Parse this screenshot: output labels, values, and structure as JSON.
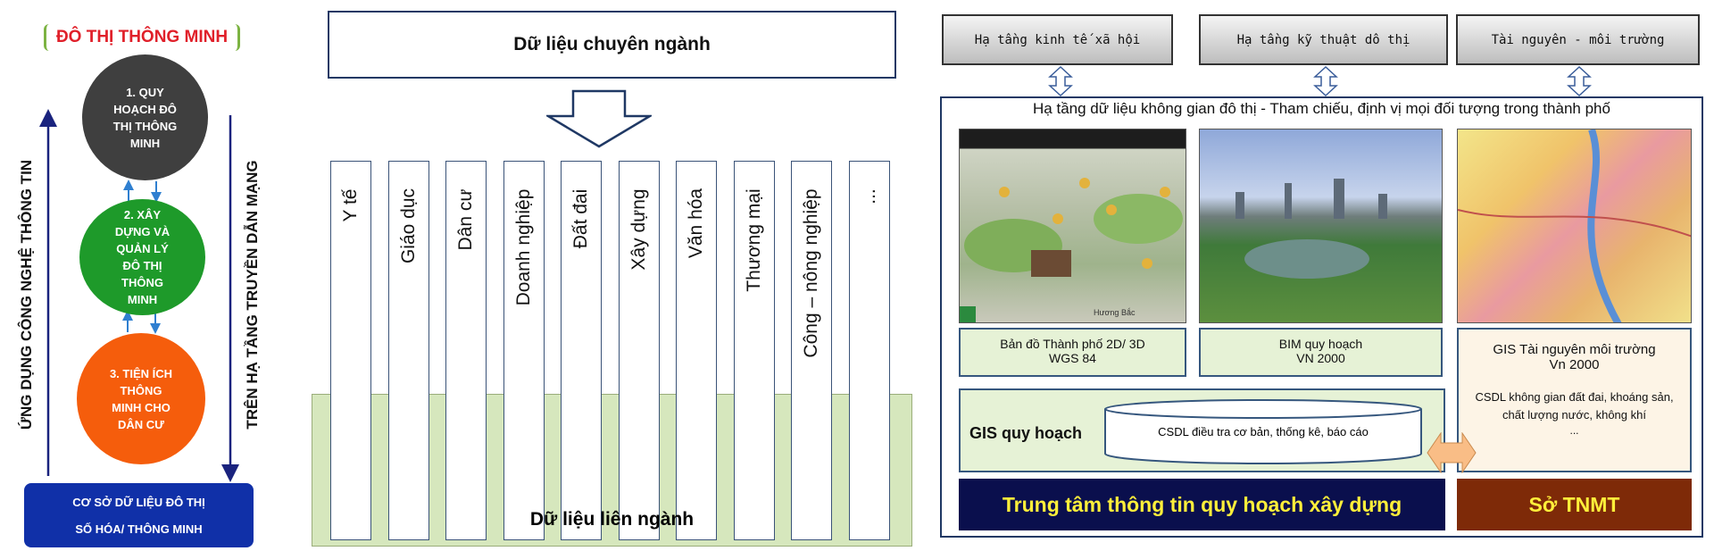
{
  "left": {
    "title": "ĐÔ THỊ THÔNG MINH",
    "circle1": "1. QUY HOẠCH ĐÔ THỊ THÔNG MINH",
    "circle2": "2. XÂY DỰNG VÀ QUẢN LÝ ĐÔ THỊ THÔNG MINH",
    "circle3": "3. TIỆN ÍCH THÔNG MINH CHO DÂN CƯ",
    "left_vertical": "ỨNG DỤNG CÔNG NGHỆ THÔNG TIN",
    "right_vertical": "TRÊN HẠ TẦNG TRUYỀN DẪN MẠNG",
    "db_line1": "CƠ SỞ DỮ LIỆU ĐÔ THỊ",
    "db_line2": "SỐ HÓA/ THÔNG MINH",
    "colors": {
      "circle1": "#3f3f3f",
      "circle2": "#1e9a2a",
      "circle3": "#f55d0c",
      "db": "#1030a8",
      "arrows": "#1a237e"
    }
  },
  "middle": {
    "top": "Dữ liệu chuyên ngành",
    "columns": [
      "Y tế",
      "Giáo dục",
      "Dân cư",
      "Doanh nghiệp",
      "Đất đai",
      "Xây dựng",
      "Văn hóa",
      "Thương mại",
      "Công – nông nghiệp",
      "..."
    ],
    "base": "Dữ liệu liên ngành"
  },
  "right": {
    "top_boxes": [
      "Hạ tầng kinh tế xã hội",
      "Hạ tầng kỹ thuật dô thị",
      "Tài nguyên - môi trường"
    ],
    "subtitle": "Hạ tầng dữ liệu không gian đô thị - Tham chiếu, định vị mọi đối tượng trong thành phố",
    "map_label": "Hương Bắc",
    "box1": {
      "line1": "Bản đồ Thành phố 2D/ 3D",
      "line2": "WGS 84"
    },
    "box2": {
      "line1": "BIM quy hoạch",
      "line2": "VN 2000"
    },
    "box3": {
      "line1": "GIS Tài nguyên môi trường",
      "line2": "Vn 2000",
      "line3": "CSDL không gian đất đai, khoáng sản, chất lượng nước, không khí",
      "line4": "..."
    },
    "gis": "GIS quy hoạch",
    "cylinder": "CSDL điều tra cơ bản, thống kê, báo cáo",
    "center": "Trung tâm thông tin quy hoạch xây dựng",
    "dept": "Sở TNMT"
  }
}
